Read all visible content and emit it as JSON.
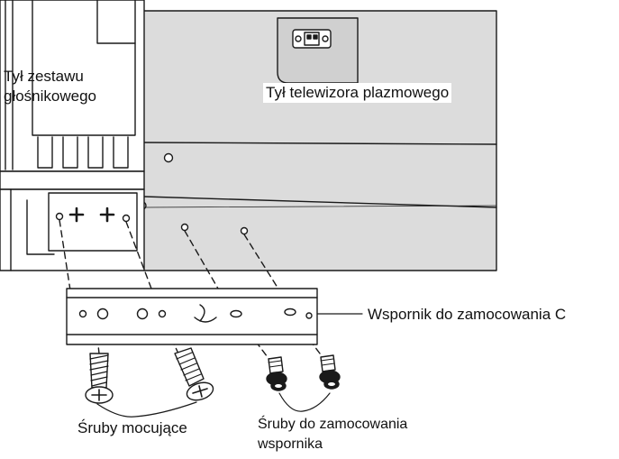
{
  "labels": {
    "speaker_back_line1": "Tył zestawu",
    "speaker_back_line2": "głośnikowego",
    "tv_back": "Tył telewizora plazmowego",
    "bracket": "Wspornik do zamocowania C",
    "mounting_screws": "Śruby mocujące",
    "bracket_screws_line1": "Śruby do zamocowania",
    "bracket_screws_line2": "wspornika"
  },
  "colors": {
    "tv_panel": "#dcdcdc",
    "line": "#1a1a1a",
    "background": "#ffffff"
  }
}
